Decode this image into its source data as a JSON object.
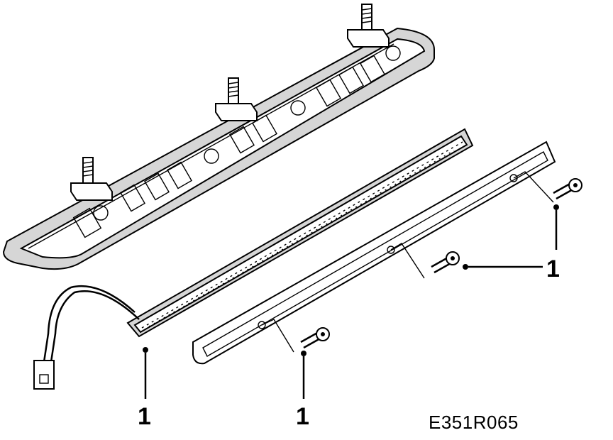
{
  "callouts": {
    "screws_right": "1",
    "led_strip": "1",
    "screw_bottom": "1"
  },
  "reference_code": "E351R065"
}
